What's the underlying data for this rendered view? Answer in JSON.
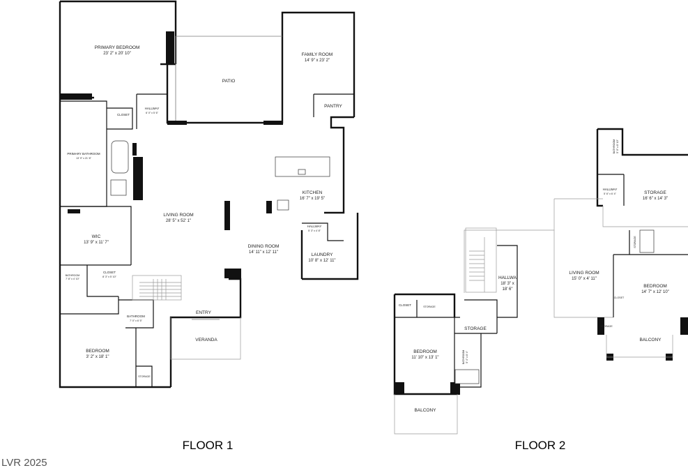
{
  "floor1": {
    "label": "FLOOR 1",
    "rooms": {
      "primary_bedroom": {
        "name": "PRIMARY BEDROOM",
        "dim": "23' 2\" x 20' 10\""
      },
      "patio": {
        "name": "PATIO"
      },
      "family_room": {
        "name": "FAMILY ROOM",
        "dim": "14' 9\" x 23' 2\""
      },
      "pantry": {
        "name": "PANTRY"
      },
      "closet_main": {
        "name": "CLOSET"
      },
      "hallway_top": {
        "name": "HALLWAY",
        "dim": "6' 0\" x 5' 6\""
      },
      "primary_bathroom": {
        "name": "PRIMARY BATHROOM",
        "dim": "13' 9\" x 21' 8\""
      },
      "kitchen": {
        "name": "KITCHEN",
        "dim": "16' 7\" x 19' 5\""
      },
      "living_room": {
        "name": "LIVING ROOM",
        "dim": "28' 5\" x 52' 1\""
      },
      "hallway_mid": {
        "name": "HALLWAY",
        "dim": "5' 3\" x 4' 8\""
      },
      "wic": {
        "name": "WIC",
        "dim": "13' 9\" x 11' 7\""
      },
      "dining_room": {
        "name": "DINING ROOM",
        "dim": "14' 11\" x 12' 11\""
      },
      "laundry": {
        "name": "LAUNDRY",
        "dim": "10' 8\" x 12' 11\""
      },
      "bathroom_small": {
        "name": "BATHROOM",
        "dim": "7' 8\" x 4' 10\""
      },
      "closet_lower": {
        "name": "CLOSET",
        "dim": "8' 3\" x 5' 10\""
      },
      "bathroom_lower": {
        "name": "BATHROOM",
        "dim": "7' 0\" x 6' 5\""
      },
      "entry": {
        "name": "ENTRY"
      },
      "veranda": {
        "name": "VERANDA"
      },
      "bedroom": {
        "name": "BEDROOM",
        "dim": "3' 2\" x 18' 1\""
      },
      "storage": {
        "name": "STORAGE"
      }
    }
  },
  "floor2": {
    "label": "FLOOR 2",
    "rooms": {
      "bathroom_top": {
        "name": "BATHROOM",
        "dim": "5' 0\" x 8' 10\""
      },
      "storage_top": {
        "name": "STORAGE",
        "dim": "16' 6\" x 14' 3\""
      },
      "hallway_small": {
        "name": "HALLWAY",
        "dim": "5' 6\" x 6' 4\""
      },
      "storage_vertical": {
        "name": "STORAGE"
      },
      "living_room": {
        "name": "LIVING ROOM",
        "dim": "15' 0\" x 4' 11\""
      },
      "bedroom_right": {
        "name": "BEDROOM",
        "dim": "14' 7\" x 12' 10\""
      },
      "closet_right": {
        "name": "CLOSET"
      },
      "hallway_main": {
        "name": "HALLWA",
        "dim1": "18' 3\" x",
        "dim2": "18' 6\""
      },
      "closet_left": {
        "name": "CLOSET"
      },
      "storage_left": {
        "name": "STORAGE"
      },
      "storage_mid": {
        "name": "STORAGE"
      },
      "storage_right": {
        "name": "STORAGE"
      },
      "bedroom_left": {
        "name": "BEDROOM",
        "dim": "11' 10\" x 13' 1\""
      },
      "bathroom_left": {
        "name": "BATHROOM",
        "dim": "5' 4\" x 8' 4\""
      },
      "balcony_right": {
        "name": "BALCONY"
      },
      "balcony_left": {
        "name": "BALCONY"
      }
    }
  },
  "watermark": "LVR 2025"
}
